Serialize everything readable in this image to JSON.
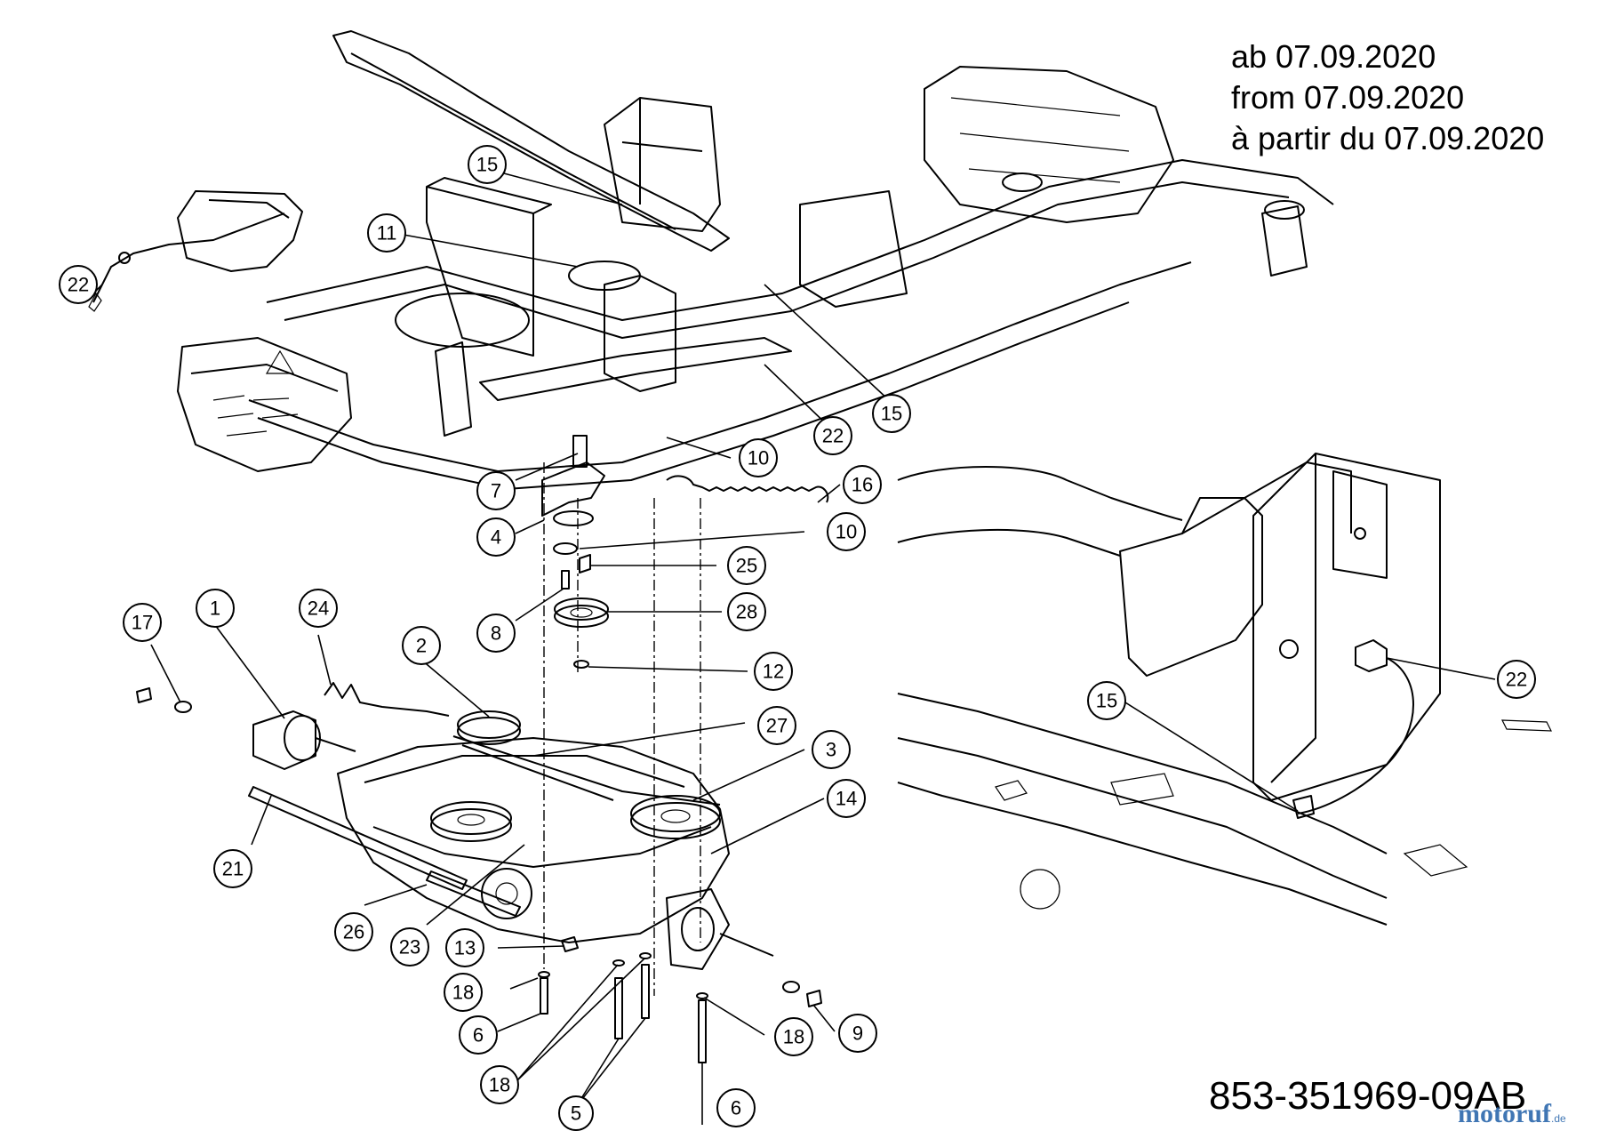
{
  "validity": {
    "line_de": "ab 07.09.2020",
    "line_en": "from 07.09.2020",
    "line_fr": "à partir du 07.09.2020"
  },
  "drawing_number": "853-351969-09AB",
  "watermark": {
    "text": "motoruf",
    "tld": ".de",
    "color": "#1f5fa8"
  },
  "callouts": [
    {
      "label": "15"
    },
    {
      "label": "11"
    },
    {
      "label": "22"
    },
    {
      "label": "15"
    },
    {
      "label": "22"
    },
    {
      "label": "10"
    },
    {
      "label": "7"
    },
    {
      "label": "16"
    },
    {
      "label": "4"
    },
    {
      "label": "10"
    },
    {
      "label": "25"
    },
    {
      "label": "8"
    },
    {
      "label": "28"
    },
    {
      "label": "12"
    },
    {
      "label": "17"
    },
    {
      "label": "1"
    },
    {
      "label": "24"
    },
    {
      "label": "2"
    },
    {
      "label": "27"
    },
    {
      "label": "3"
    },
    {
      "label": "14"
    },
    {
      "label": "21"
    },
    {
      "label": "26"
    },
    {
      "label": "23"
    },
    {
      "label": "13"
    },
    {
      "label": "18"
    },
    {
      "label": "6"
    },
    {
      "label": "18"
    },
    {
      "label": "5"
    },
    {
      "label": "6"
    },
    {
      "label": "18"
    },
    {
      "label": "9"
    },
    {
      "label": "15"
    },
    {
      "label": "22"
    }
  ]
}
